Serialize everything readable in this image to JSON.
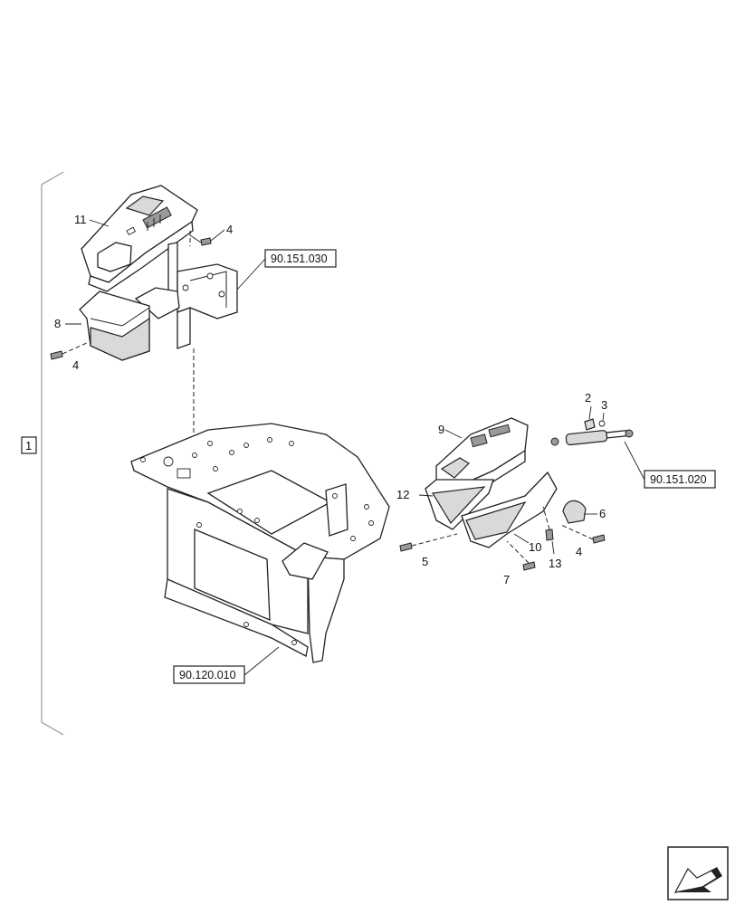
{
  "callouts": {
    "c1": "1",
    "c2": "2",
    "c3": "3",
    "c4a": "4",
    "c4b": "4",
    "c4c": "4",
    "c5": "5",
    "c6": "6",
    "c7": "7",
    "c8": "8",
    "c9": "9",
    "c10": "10",
    "c11": "11",
    "c12": "12",
    "c13": "13"
  },
  "references": {
    "ref_top": "90.151.030",
    "ref_right": "90.151.020",
    "ref_bottom": "90.120.010"
  },
  "nav_icon": "arrow-next-icon"
}
